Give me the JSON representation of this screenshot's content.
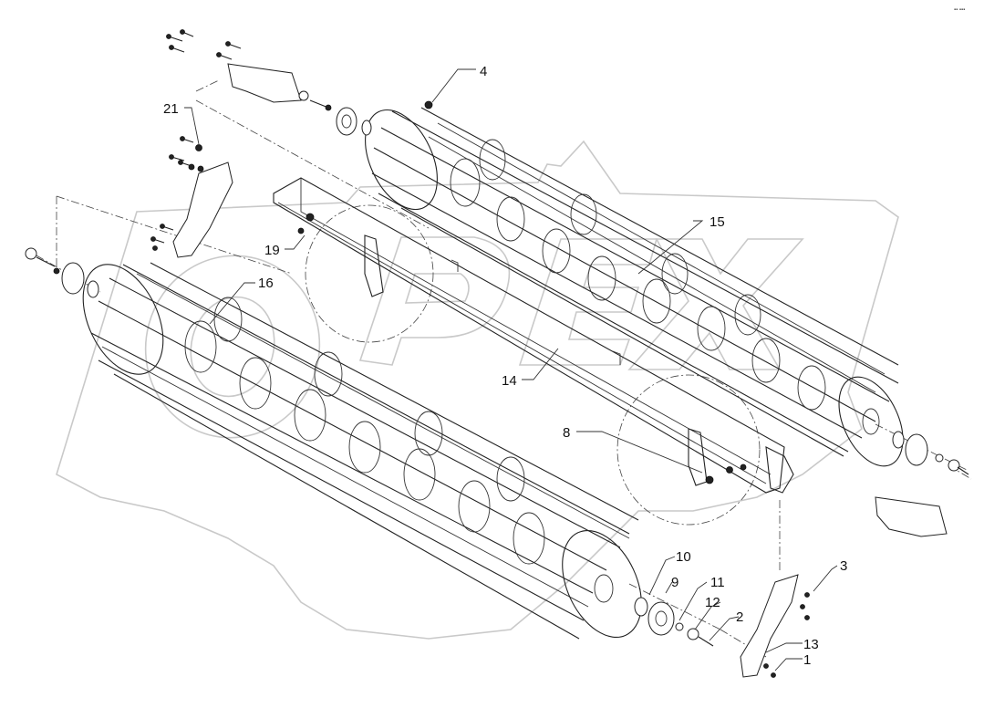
{
  "corner_mark": "▪▪ ▪▪▪",
  "watermark": "OPEX",
  "callouts": [
    {
      "id": "c1",
      "text": "1"
    },
    {
      "id": "c2",
      "text": "2"
    },
    {
      "id": "c3",
      "text": "3"
    },
    {
      "id": "c4",
      "text": "4"
    },
    {
      "id": "c8",
      "text": "8"
    },
    {
      "id": "c9",
      "text": "9"
    },
    {
      "id": "c10",
      "text": "10"
    },
    {
      "id": "c11",
      "text": "11"
    },
    {
      "id": "c12",
      "text": "12"
    },
    {
      "id": "c13",
      "text": "13"
    },
    {
      "id": "c14",
      "text": "14"
    },
    {
      "id": "c15",
      "text": "15"
    },
    {
      "id": "c16",
      "text": "16"
    },
    {
      "id": "c19",
      "text": "19"
    },
    {
      "id": "c21",
      "text": "21"
    }
  ]
}
